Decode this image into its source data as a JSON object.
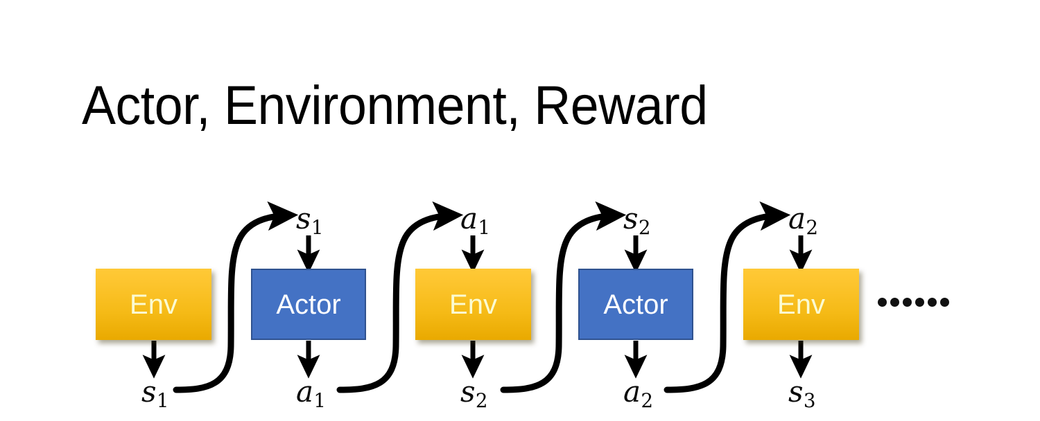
{
  "slide": {
    "title": "Actor, Environment, Reward",
    "background_color": "#FFFFFF"
  },
  "theme": {
    "env_fill_top": "#FFC936",
    "env_fill_bottom": "#E9A900",
    "env_text_color": "#FBFBD2",
    "actor_fill": "#4472C4",
    "actor_border": "#2F528F",
    "actor_text_color": "#FDFDFF",
    "arrow_color": "#000000",
    "title_color": "#000000"
  },
  "diagram": {
    "type": "sequence-chain",
    "nodes": [
      {
        "id": "env-1",
        "label": "Env",
        "kind": "env",
        "input": "s1-top-hidden",
        "output": "s1-bottom"
      },
      {
        "id": "actor-1",
        "label": "Actor",
        "kind": "actor",
        "input": "s1-top",
        "output": "a1-bottom"
      },
      {
        "id": "env-2",
        "label": "Env",
        "kind": "env",
        "input": "a1-top",
        "output": "s2-bottom"
      },
      {
        "id": "actor-2",
        "label": "Actor",
        "kind": "actor",
        "input": "s2-top",
        "output": "a2-bottom"
      },
      {
        "id": "env-3",
        "label": "Env",
        "kind": "env",
        "input": "a2-top",
        "output": "s3-bottom"
      }
    ],
    "top_labels": [
      {
        "id": "s1-top",
        "base": "s",
        "sub": "1"
      },
      {
        "id": "a1-top",
        "base": "a",
        "sub": "1"
      },
      {
        "id": "s2-top",
        "base": "s",
        "sub": "2"
      },
      {
        "id": "a2-top",
        "base": "a",
        "sub": "2"
      }
    ],
    "bottom_labels": [
      {
        "id": "s1-bottom",
        "base": "s",
        "sub": "1"
      },
      {
        "id": "a1-bottom",
        "base": "a",
        "sub": "1"
      },
      {
        "id": "s2-bottom",
        "base": "s",
        "sub": "2"
      },
      {
        "id": "a2-bottom",
        "base": "a",
        "sub": "2"
      },
      {
        "id": "s3-bottom",
        "base": "s",
        "sub": "3"
      }
    ],
    "continuation": {
      "symbol": "......",
      "dot_count": 6
    }
  }
}
